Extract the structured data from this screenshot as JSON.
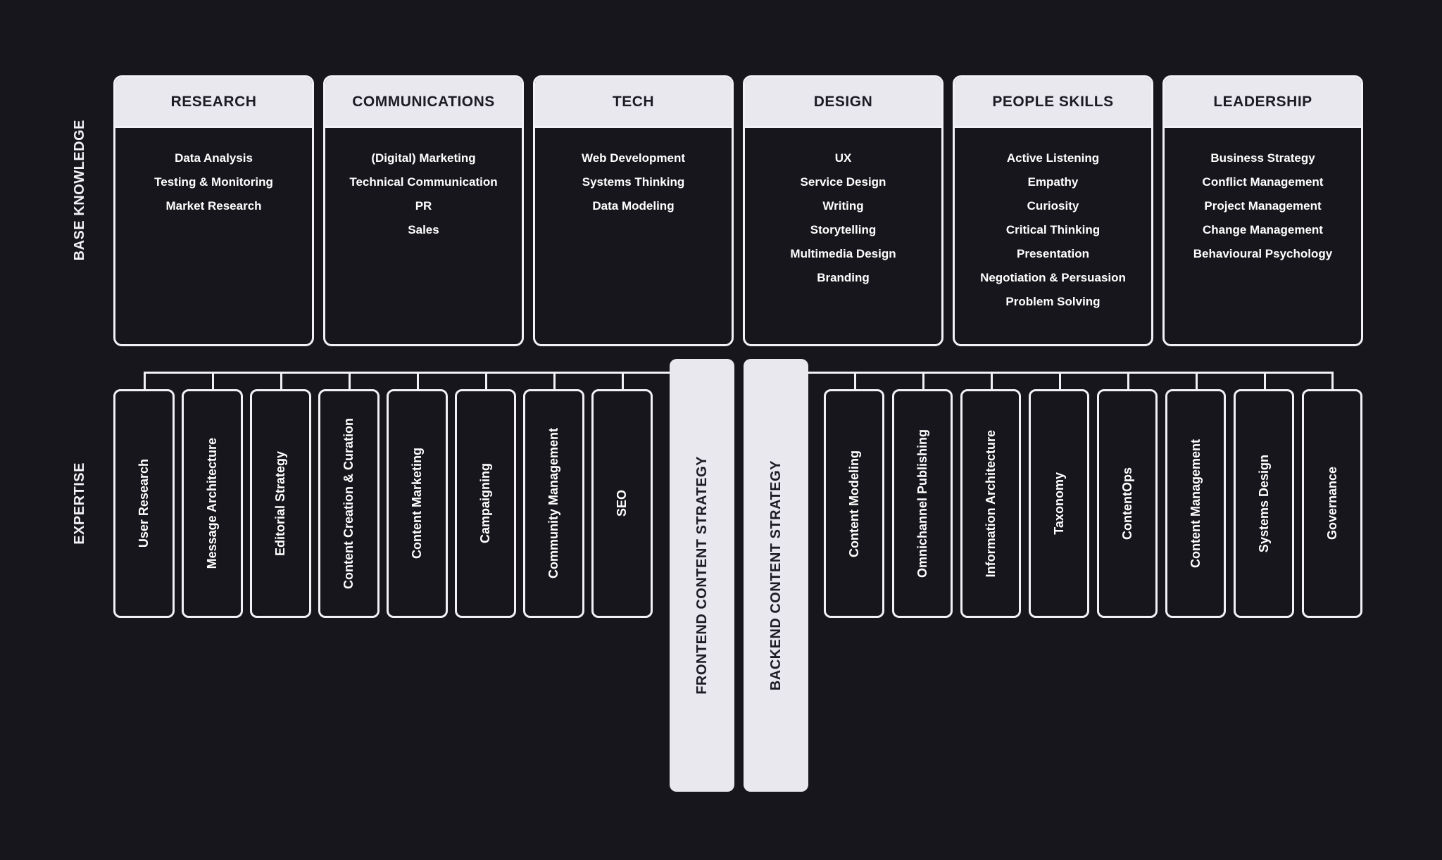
{
  "colors": {
    "background": "#17161c",
    "light_panel": "#e9e8ef",
    "line": "#f2f1f5",
    "dark_text": "#1d1c24",
    "white_text": "#ffffff"
  },
  "row_labels": {
    "base_knowledge": "BASE KNOWLEDGE",
    "expertise": "EXPERTISE"
  },
  "base_knowledge_cards": [
    {
      "title": "RESEARCH",
      "items": [
        "Data Analysis",
        "Testing & Monitoring",
        "Market Research"
      ]
    },
    {
      "title": "COMMUNICATIONS",
      "items": [
        "(Digital) Marketing",
        "Technical Communication",
        "PR",
        "Sales"
      ]
    },
    {
      "title": "TECH",
      "items": [
        "Web Development",
        "Systems Thinking",
        "Data Modeling"
      ]
    },
    {
      "title": "DESIGN",
      "items": [
        "UX",
        "Service Design",
        "Writing",
        "Storytelling",
        "Multimedia Design",
        "Branding"
      ]
    },
    {
      "title": "PEOPLE SKILLS",
      "items": [
        "Active Listening",
        "Empathy",
        "Curiosity",
        "Critical Thinking",
        "Presentation",
        "Negotiation & Persuasion",
        "Problem Solving"
      ]
    },
    {
      "title": "LEADERSHIP",
      "items": [
        "Business Strategy",
        "Conflict Management",
        "Project Management",
        "Change Management",
        "Behavioural Psychology"
      ]
    }
  ],
  "expertise": {
    "frontend_skills": [
      "User Research",
      "Message Architecture",
      "Editorial Strategy",
      "Content Creation & Curation",
      "Content Marketing",
      "Campaigning",
      "Community Management",
      "SEO"
    ],
    "pillars": [
      {
        "label": "FRONTEND CONTENT STRATEGY"
      },
      {
        "label": "BACKEND CONTENT STRATEGY"
      }
    ],
    "backend_skills": [
      "Content Modeling",
      "Omnichannel Publishing",
      "Information Architecture",
      "Taxonomy",
      "ContentOps",
      "Content Management",
      "Systems Design",
      "Governance"
    ]
  }
}
